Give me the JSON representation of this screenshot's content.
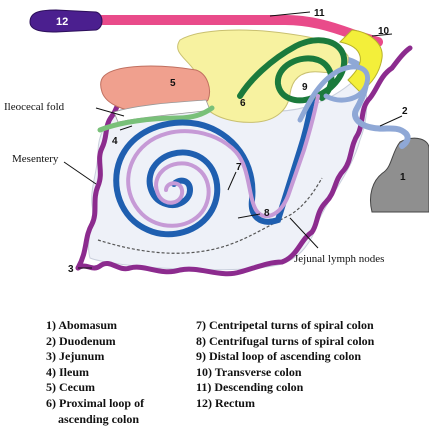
{
  "labels": {
    "n1": "1",
    "n2": "2",
    "n3": "3",
    "n4": "4",
    "n5": "5",
    "n6": "6",
    "n7": "7",
    "n8": "8",
    "n9": "9",
    "n10": "10",
    "n11": "11",
    "n12": "12",
    "ileocecal_fold": "Ileocecal fold",
    "mesentery": "Mesentery",
    "jejunal_lymph_nodes": "Jejunal lymph nodes"
  },
  "legend": {
    "left": [
      "1) Abomasum",
      "2) Duodenum",
      "3) Jejunum",
      "4) Ileum",
      "5) Cecum",
      "6) Proximal loop of\n    ascending colon"
    ],
    "right": [
      "7) Centripetal turns of spiral colon",
      "8) Centrifugal turns of spiral colon",
      "9) Distal loop of ascending colon",
      "10) Transverse colon",
      "11) Descending colon",
      "12) Rectum"
    ]
  },
  "colors": {
    "rectum": "#4b1f8f",
    "descending_colon": "#e94b8a",
    "transverse_colon": "#f3ef3a",
    "distal_loop": "#1b7a3c",
    "cecum": "#f0a08e",
    "proximal_loop": "#f7f2a0",
    "duodenum": "#8fa8d6",
    "jejunum": "#8c2b8e",
    "ileum": "#79c079",
    "centripetal": "#c69ad6",
    "centrifugal": "#1f5fb0",
    "abomasum": "#8f8f8f",
    "mesentery_fill": "#eef1f8"
  }
}
